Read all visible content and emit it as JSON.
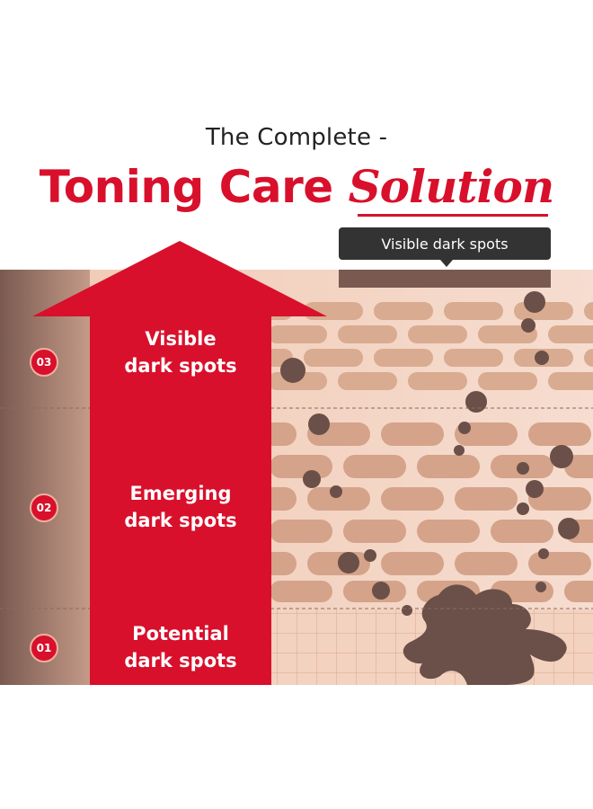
{
  "header": {
    "subtitle": "The Complete -",
    "title_main": "Toning Care",
    "title_emphasis": "Solution"
  },
  "callout": {
    "label": "Visible dark spots"
  },
  "stages": [
    {
      "number": "03",
      "line1": "Visible",
      "line2": "dark spots"
    },
    {
      "number": "02",
      "line1": "Emerging",
      "line2": "dark spots"
    },
    {
      "number": "01",
      "line1": "Potential",
      "line2": "dark spots"
    }
  ],
  "colors": {
    "brand_red": "#d8102b",
    "skin_light": "#f1cdb8",
    "skin_brick": "#d6a98e",
    "dark_spot": "#6a5048",
    "callout_bg": "#333333"
  }
}
